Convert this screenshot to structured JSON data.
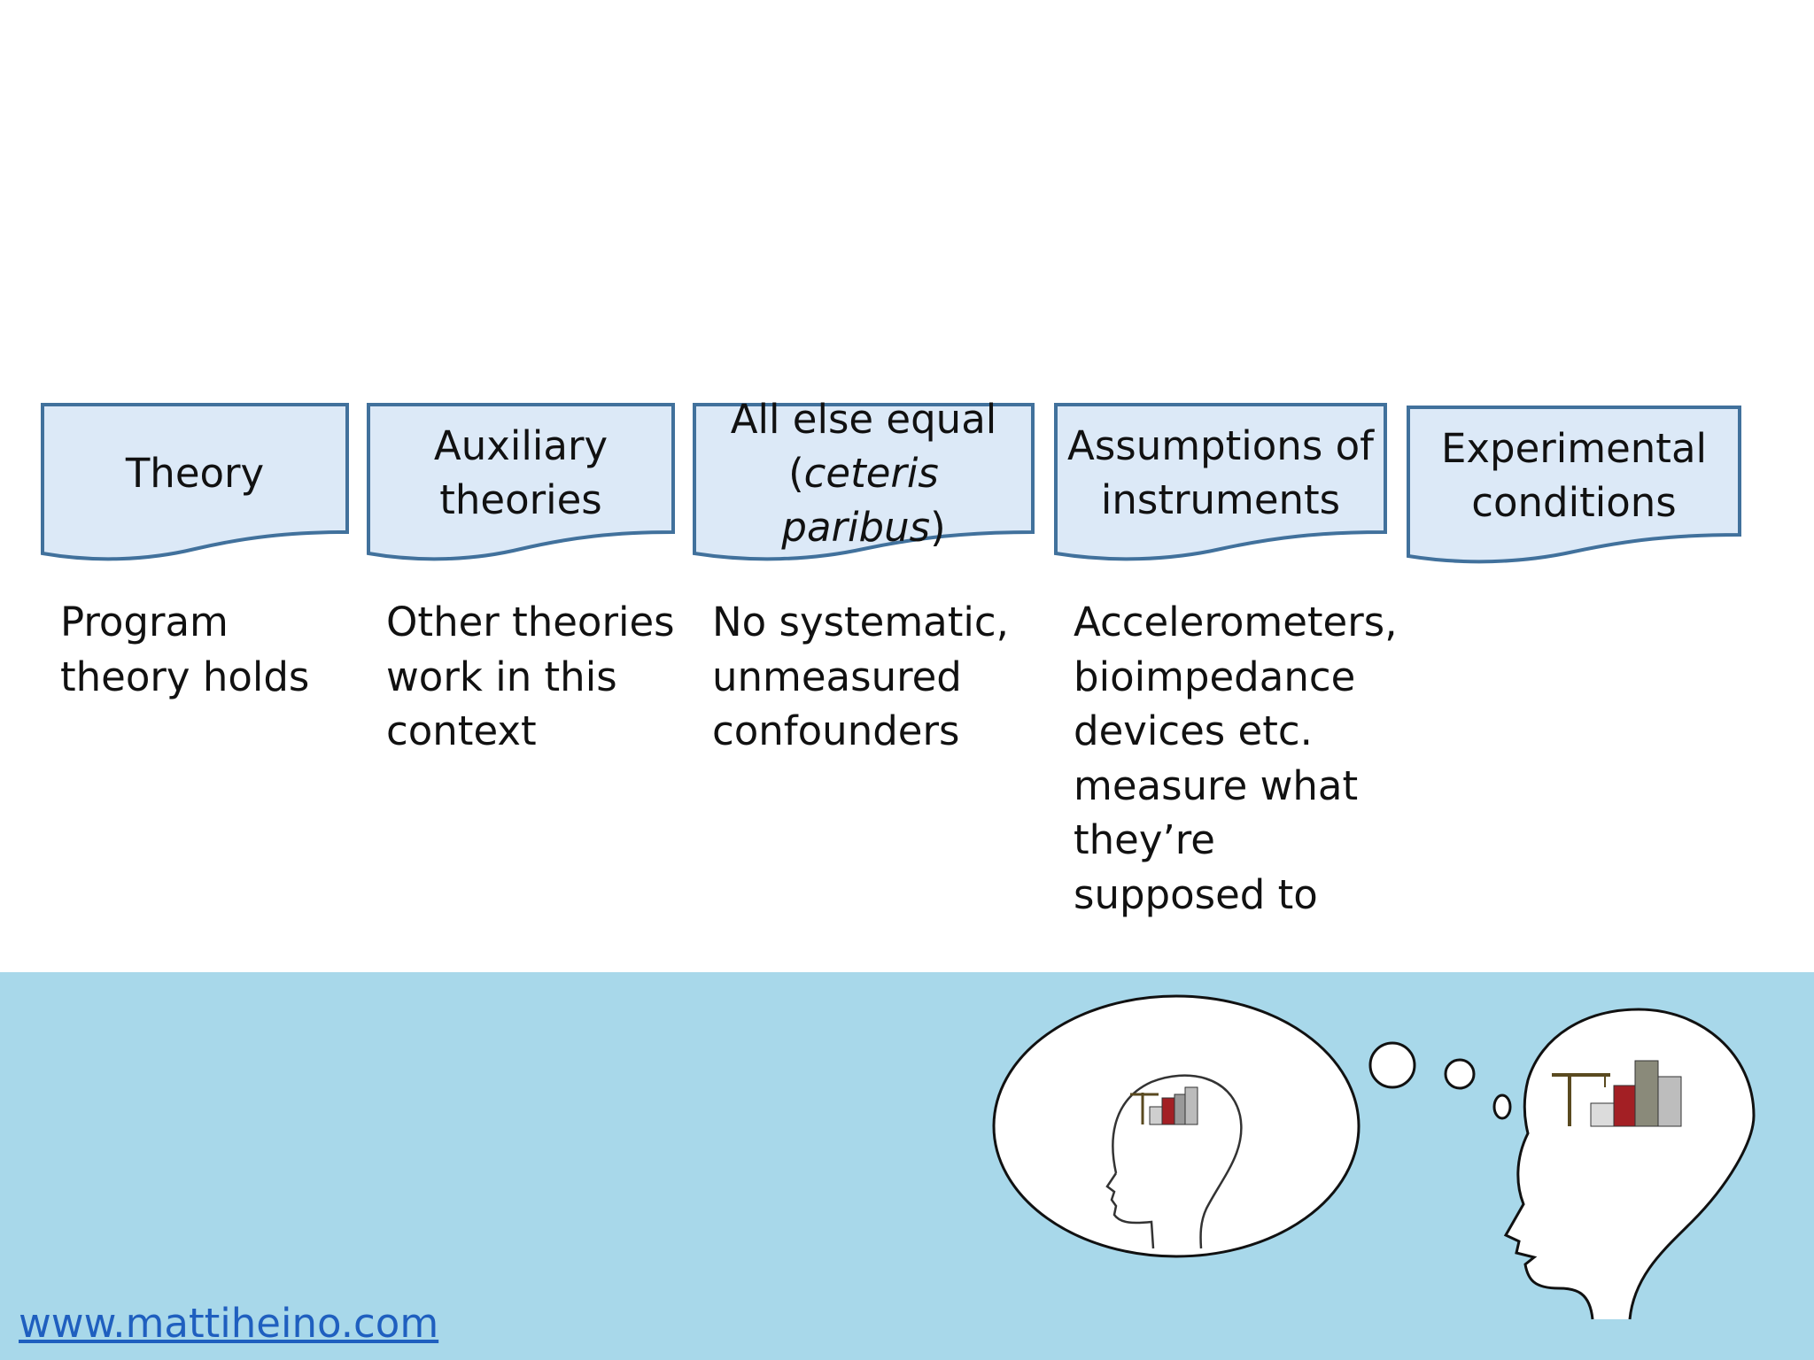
{
  "boxes": [
    {
      "label_line1": "Theory",
      "label_line2": "",
      "desc": "Program\ntheory holds"
    },
    {
      "label_line1": "Auxiliary",
      "label_line2": "theories",
      "desc": "Other theories\nwork in this\ncontext"
    },
    {
      "label_line1": "All else equal",
      "label_line2_pre": "(",
      "label_line2_italic": "ceteris paribus",
      "label_line2_post": ")",
      "desc": "No systematic,\nunmeasured\nconfounders"
    },
    {
      "label_line1": "Assumptions of",
      "label_line2": "instruments",
      "desc": "Accelerometers,\nbioimpedance\ndevices etc.\nmeasure what\nthey’re\nsupposed to"
    },
    {
      "label_line1": "Experimental",
      "label_line2": "conditions",
      "desc": ""
    }
  ],
  "footer": {
    "link_text": "www.mattiheino.com"
  },
  "colors": {
    "box_fill": "#dce9f7",
    "box_stroke": "#41719c",
    "band": "#a8d8ea",
    "link": "#1f5fbf"
  },
  "illustration": {
    "icon": "thought-bubble-person-icon"
  }
}
